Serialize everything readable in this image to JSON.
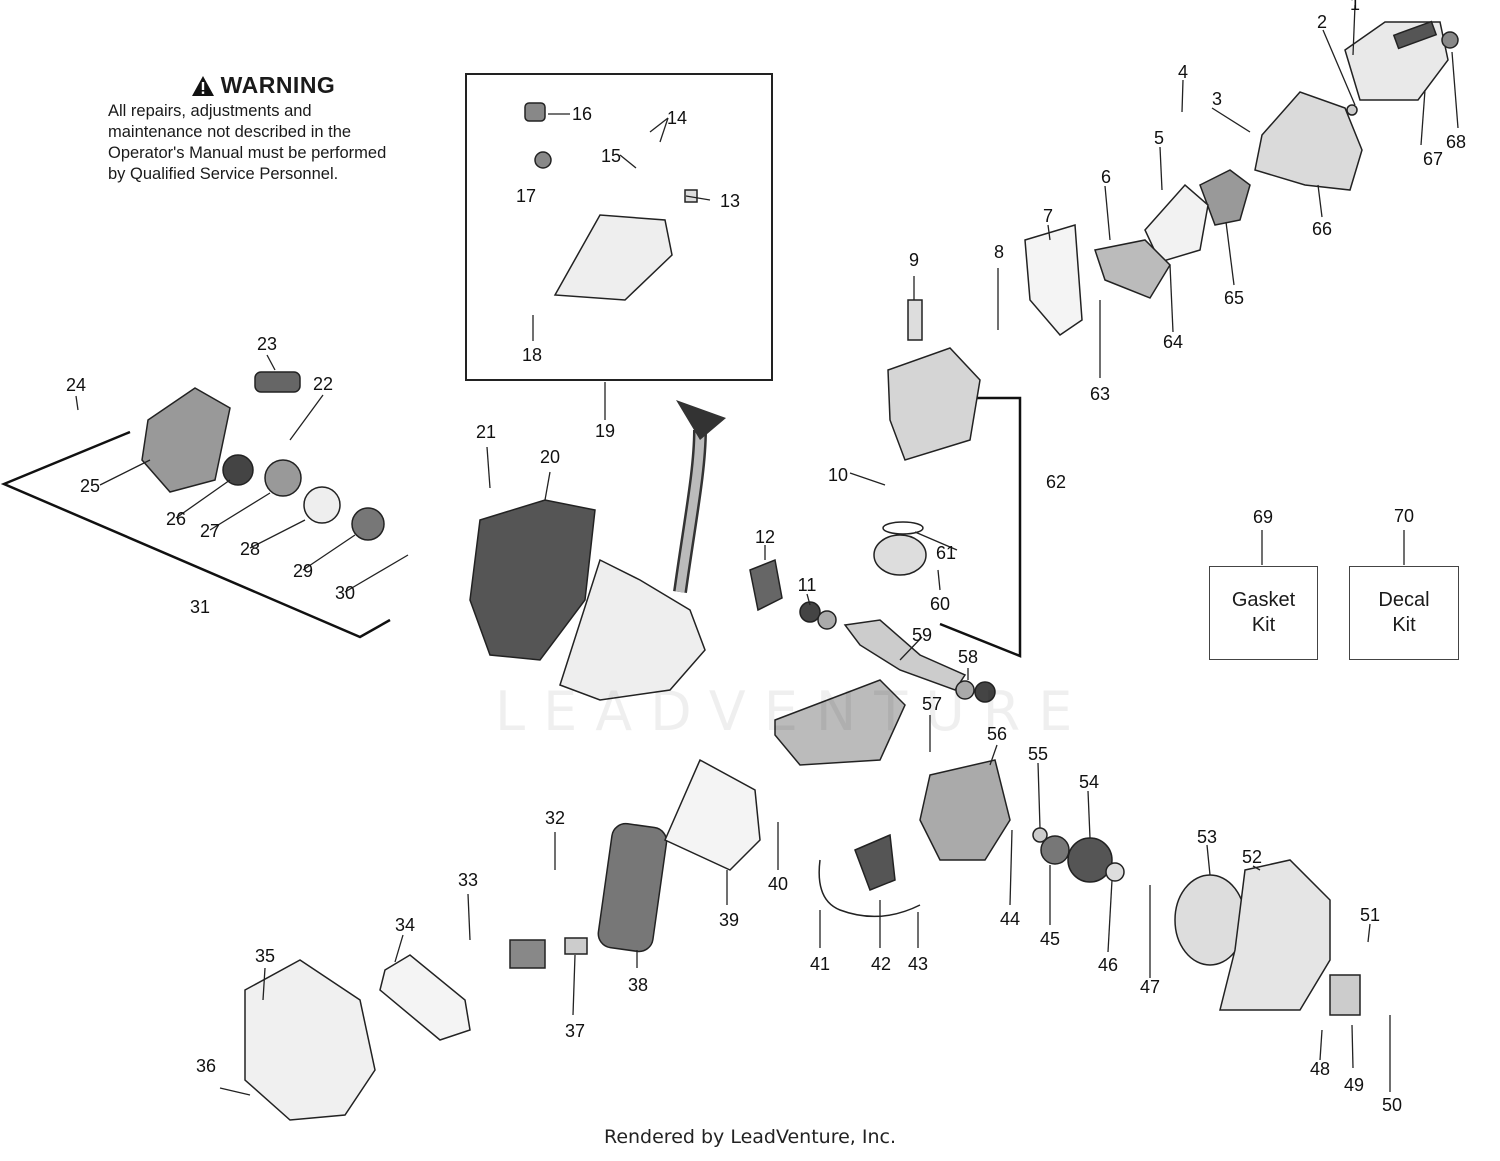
{
  "warning": {
    "title": "WARNING",
    "text": "All repairs, adjustments and maintenance not described in the Operator's Manual must be performed by Qualified Service Personnel."
  },
  "kits": {
    "gasket": "Gasket\nKit",
    "decal": "Decal\nKit"
  },
  "footer": "Rendered by LeadVenture, Inc.",
  "watermark": "LEADVENTURE",
  "callouts": [
    "1",
    "2",
    "3",
    "4",
    "5",
    "6",
    "7",
    "8",
    "9",
    "10",
    "11",
    "12",
    "13",
    "14",
    "15",
    "16",
    "17",
    "18",
    "19",
    "20",
    "21",
    "22",
    "23",
    "24",
    "25",
    "26",
    "27",
    "28",
    "29",
    "30",
    "31",
    "32",
    "33",
    "34",
    "35",
    "36",
    "37",
    "38",
    "39",
    "40",
    "41",
    "42",
    "43",
    "44",
    "45",
    "46",
    "47",
    "48",
    "49",
    "50",
    "51",
    "52",
    "53",
    "54",
    "55",
    "56",
    "57",
    "58",
    "59",
    "60",
    "61",
    "62",
    "63",
    "64",
    "65",
    "66",
    "67",
    "68",
    "69",
    "70"
  ]
}
